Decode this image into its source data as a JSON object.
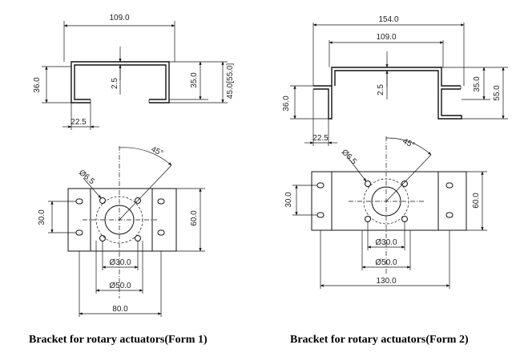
{
  "form1": {
    "caption": "Bracket for rotary actuators(Form  1)",
    "side": {
      "width": "109.0",
      "thickness": "2.5",
      "height": "35.0",
      "total_height": "45.0[55.0]",
      "left_height": "36.0",
      "flange": "22.5"
    },
    "plan": {
      "angle": "45°",
      "hole": "Ø6.5",
      "slot_pitch": "30.0",
      "length": "60.0",
      "bolt_circle": "Ø30.0",
      "bore": "Ø50.0",
      "width": "80.0"
    }
  },
  "form2": {
    "caption": "Bracket for rotary actuators(Form  2)",
    "side": {
      "total_width": "154.0",
      "width": "109.0",
      "thickness": "2.5",
      "height": "35.0",
      "total_height": "55.0",
      "left_height": "36.0",
      "flange": "22.5"
    },
    "plan": {
      "angle": "45°",
      "hole": "Ø6.5",
      "slot_pitch": "30.0",
      "length": "60.0",
      "bolt_circle": "Ø30.0",
      "bore": "Ø50.0",
      "width": "130.0"
    }
  }
}
